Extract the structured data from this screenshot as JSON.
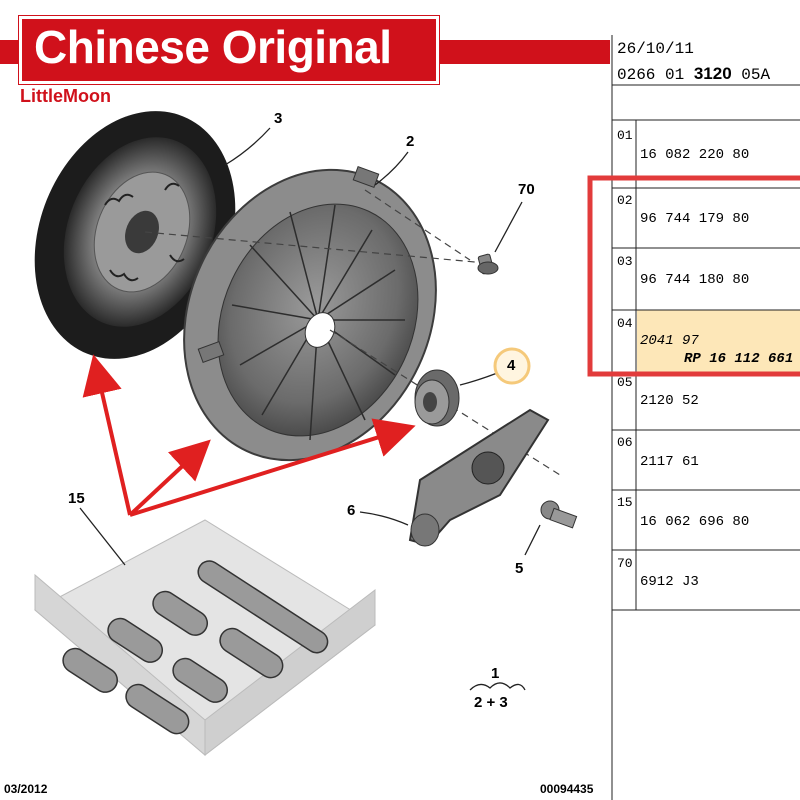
{
  "banner": {
    "title": "Chinese Original",
    "brand": "LittleMoon"
  },
  "header": {
    "date": "26/10/11",
    "code_prefix": "0266 01",
    "code_main": "3120",
    "code_suffix": "05A"
  },
  "rows": [
    {
      "no": "01",
      "part": "16 082 220 80"
    },
    {
      "no": "02",
      "part": "96 744 179 80"
    },
    {
      "no": "03",
      "part": "96 744 180 80"
    },
    {
      "no": "04",
      "part": "2041 97",
      "part2": "RP 16 112 661"
    },
    {
      "no": "05",
      "part": "2120 52"
    },
    {
      "no": "06",
      "part": "2117 61"
    },
    {
      "no": "15",
      "part": "16 062 696 80"
    },
    {
      "no": "70",
      "part": "6912 J3"
    }
  ],
  "callouts": {
    "c3": "3",
    "c2": "2",
    "c70": "70",
    "c4": "4",
    "c15": "15",
    "c6": "6",
    "c5": "5",
    "legend_top": "1",
    "legend_bottom": "2 + 3"
  },
  "footer": {
    "date": "03/2012",
    "ref": "00094435"
  },
  "colors": {
    "accent_red": "#d0111b",
    "highlight": "#fde7b8",
    "callout_ring": "#f5c97a"
  }
}
